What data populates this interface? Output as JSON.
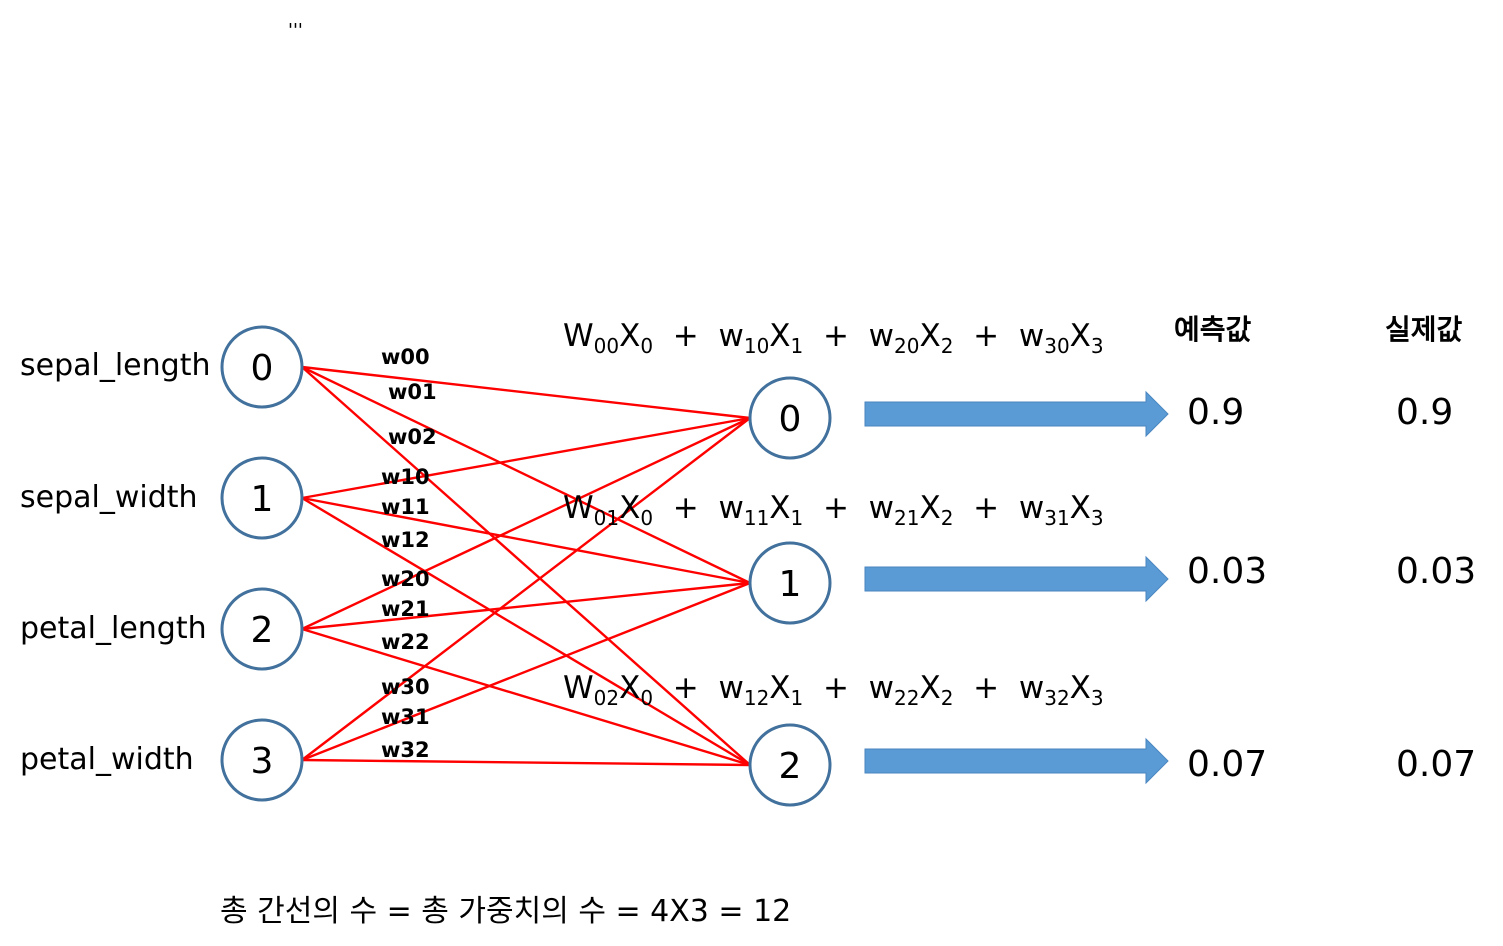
{
  "top_mark": "'''",
  "input_nodes": [
    {
      "id": "0",
      "label": "sepal_length"
    },
    {
      "id": "1",
      "label": "sepal_width"
    },
    {
      "id": "2",
      "label": "petal_length"
    },
    {
      "id": "3",
      "label": "petal_width"
    }
  ],
  "output_nodes": [
    {
      "id": "0"
    },
    {
      "id": "1"
    },
    {
      "id": "2"
    }
  ],
  "weight_labels": [
    "w00",
    "w01",
    "w02",
    "w10",
    "w11",
    "w12",
    "w20",
    "w21",
    "w22",
    "w30",
    "w31",
    "w32"
  ],
  "equations": [
    {
      "w0": "W",
      "w0sub": "00",
      "x0sub": "0",
      "w1sub": "10",
      "x1sub": "1",
      "w2sub": "20",
      "x2sub": "2",
      "w3sub": "30",
      "x3sub": "3"
    },
    {
      "w0": "W",
      "w0sub": "01",
      "x0sub": "0",
      "w1sub": "11",
      "x1sub": "1",
      "w2sub": "21",
      "x2sub": "2",
      "w3sub": "31",
      "x3sub": "3"
    },
    {
      "w0": "W",
      "w0sub": "02",
      "x0sub": "0",
      "w1sub": "12",
      "x1sub": "1",
      "w2sub": "22",
      "x2sub": "2",
      "w3sub": "32",
      "x3sub": "3"
    }
  ],
  "headers": {
    "predicted": "예측값",
    "actual": "실제값"
  },
  "predicted_values": [
    "0.9",
    "0.03",
    "0.07"
  ],
  "actual_values": [
    "0.9",
    "0.03",
    "0.07"
  ],
  "summary": "총 간선의 수 = 총 가중치의 수 = 4X3 = 12",
  "colors": {
    "node_stroke": "#41719c",
    "edge": "#ff0000",
    "arrow": "#5b9bd5"
  }
}
